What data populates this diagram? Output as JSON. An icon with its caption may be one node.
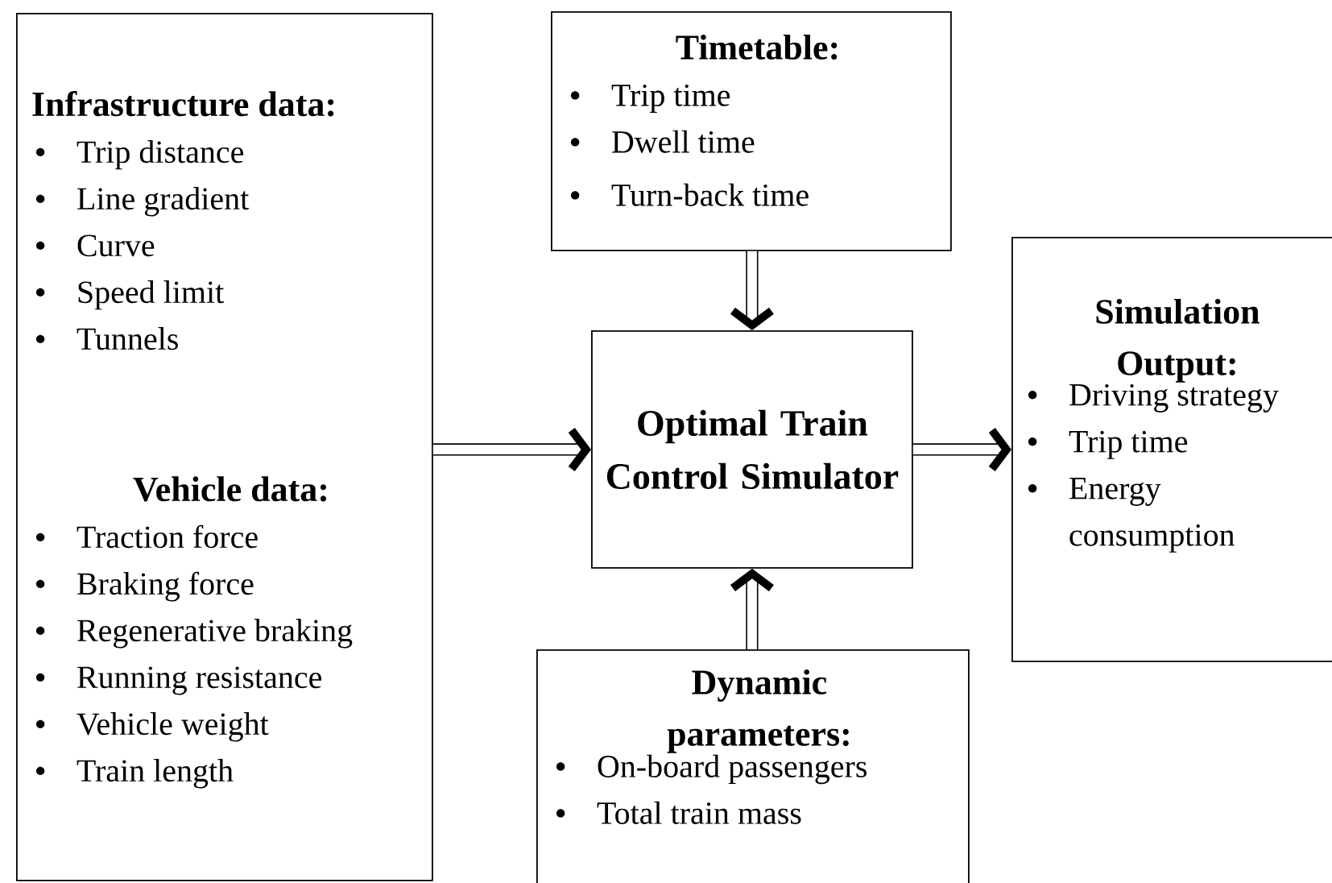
{
  "diagram": {
    "nodes": [
      {
        "text": [
          "Infrastructure data:",
          "Trip distance",
          "Line gradient",
          "Curve",
          "Speed limit",
          "Tunnels",
          "Vehicle data:",
          "Traction force",
          "Braking force",
          "Regenerative braking",
          "Running resistance",
          "Vehicle weight",
          "Train length"
        ]
      },
      {
        "text": [
          "Timetable:",
          "Trip time",
          "Dwell time",
          "Turn-back time"
        ]
      },
      {
        "text": [
          "Optimal Train Control Simulator"
        ]
      },
      {
        "text": [
          "Simulation Output:",
          "Driving strategy",
          "Trip time",
          "Energy consumption"
        ]
      },
      {
        "text": [
          "Dynamic parameters:",
          "On-board passengers",
          "Total train mass"
        ]
      }
    ],
    "edges": [
      {
        "from": 0,
        "to": 2,
        "arrow": "to"
      },
      {
        "from": 1,
        "to": 2,
        "arrow": "to"
      },
      {
        "from": 2,
        "to": 3,
        "arrow": "to"
      },
      {
        "from": 4,
        "to": 2,
        "arrow": "to"
      }
    ]
  }
}
